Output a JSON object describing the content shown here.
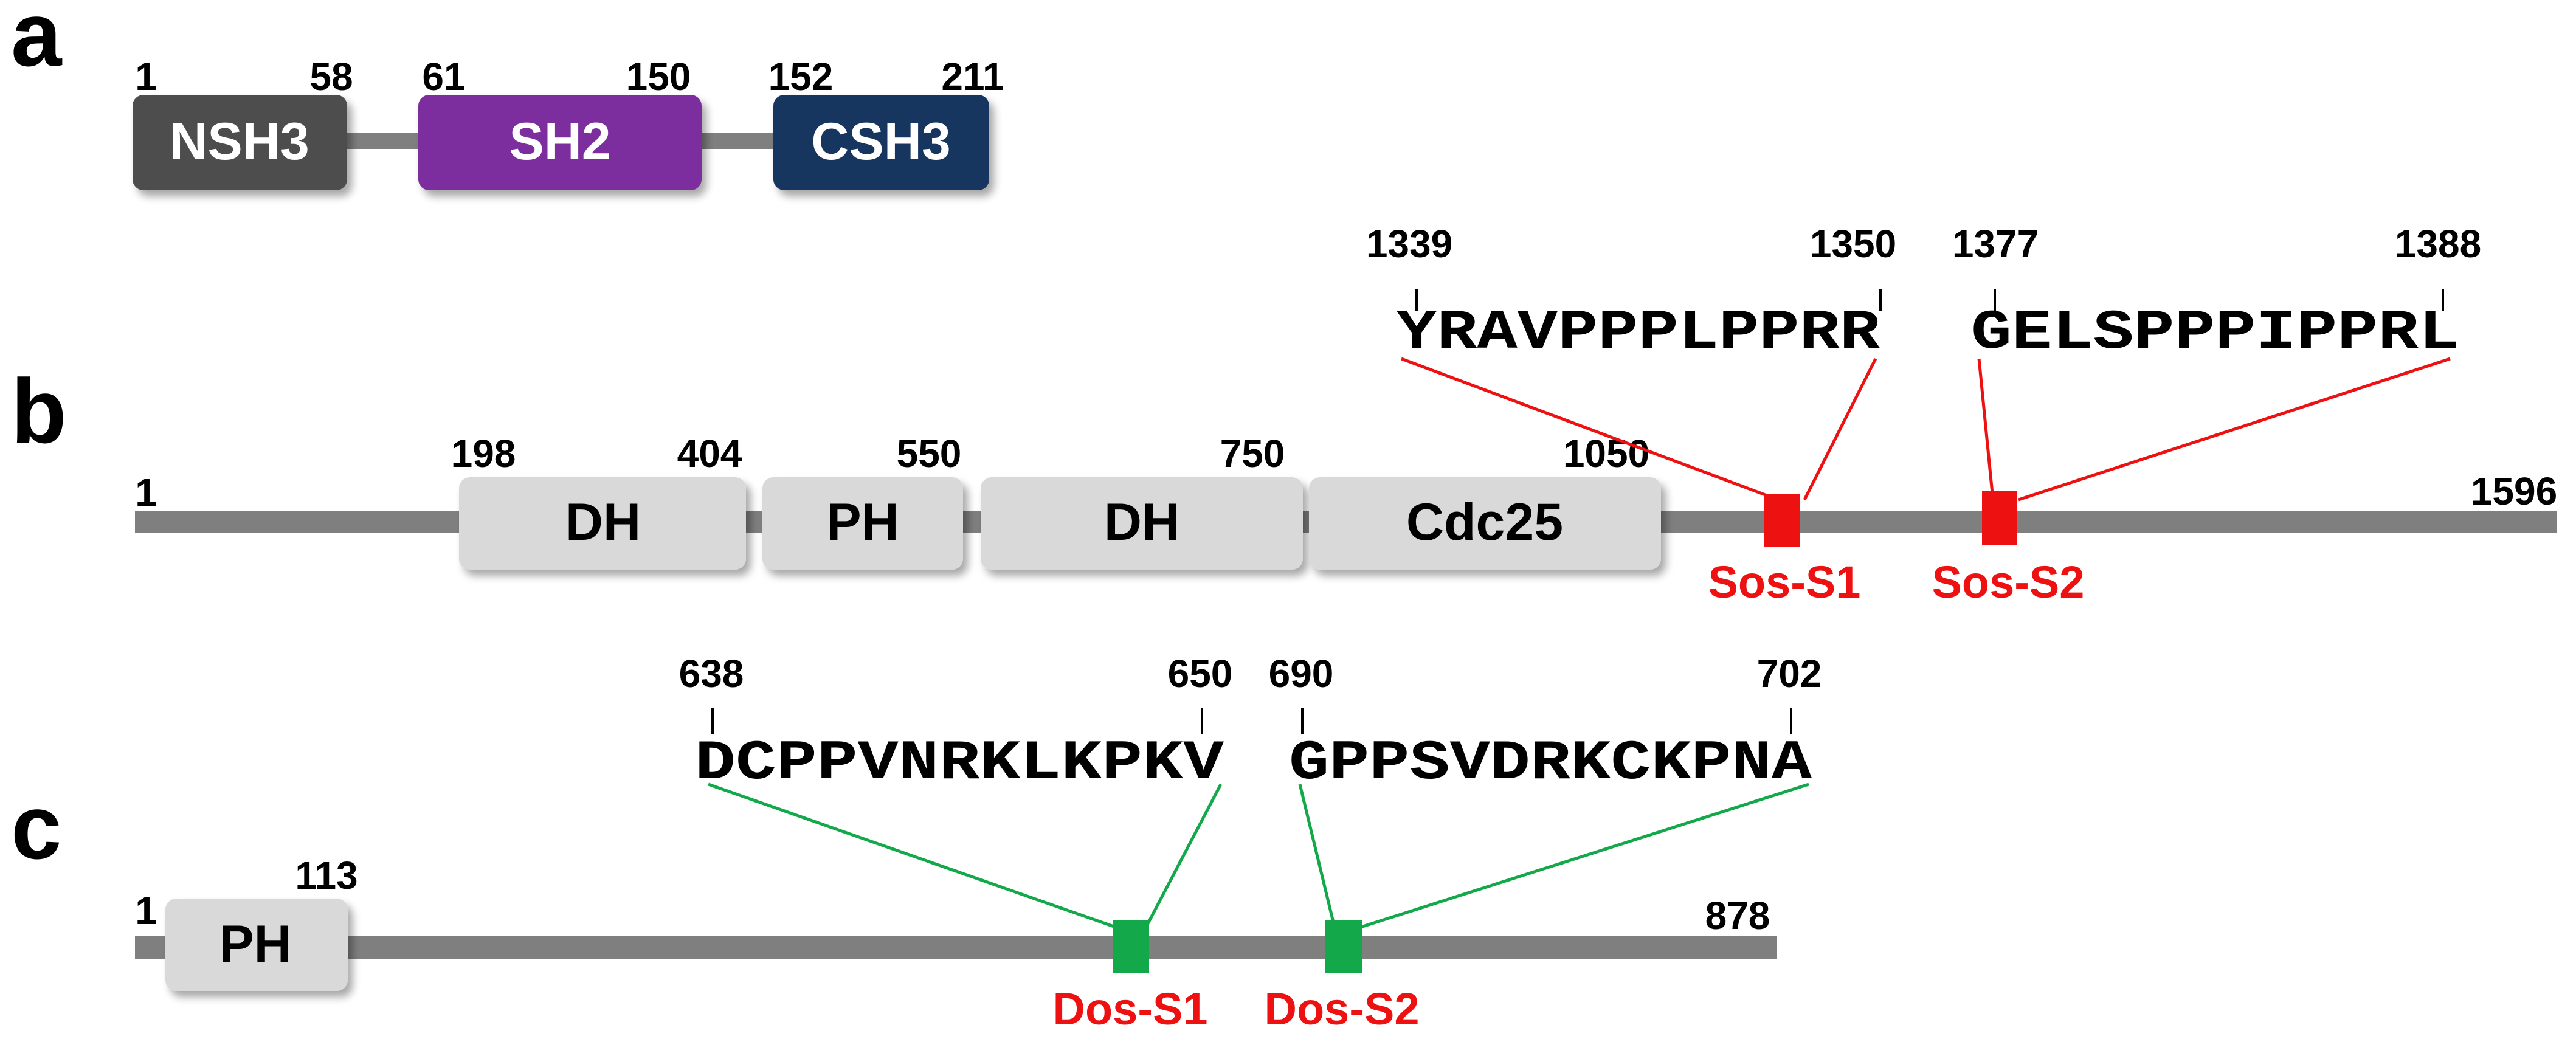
{
  "panels": {
    "a": {
      "letter": "a",
      "domains": [
        {
          "label": "NSH3",
          "start": "1",
          "end": "58",
          "color": "#4d4d4d"
        },
        {
          "label": "SH2",
          "start": "61",
          "end": "150",
          "color": "#7b2d9e"
        },
        {
          "label": "CSH3",
          "start": "152",
          "end": "211",
          "color": "#17345e"
        }
      ]
    },
    "b": {
      "letter": "b",
      "start": "1",
      "end": "1596",
      "domain_boundaries": [
        "198",
        "404",
        "550",
        "750",
        "1050"
      ],
      "domains": [
        {
          "label": "DH"
        },
        {
          "label": "PH"
        },
        {
          "label": "DH"
        },
        {
          "label": "Cdc25"
        }
      ],
      "sites": [
        {
          "label": "Sos-S1",
          "seq": "YRAVPPPLPPRR",
          "start": "1339",
          "end": "1350",
          "color": "#ee1111"
        },
        {
          "label": "Sos-S2",
          "seq": "GELSPPPIPPRL",
          "start": "1377",
          "end": "1388",
          "color": "#ee1111"
        }
      ]
    },
    "c": {
      "letter": "c",
      "start": "1",
      "end": "878",
      "domains": [
        {
          "label": "PH",
          "end": "113"
        }
      ],
      "sites": [
        {
          "label": "Dos-S1",
          "seq": "DCPPVNRKLKPKV",
          "start": "638",
          "end": "650",
          "color": "#13a84a"
        },
        {
          "label": "Dos-S2",
          "seq": "GPPSVDRKCKPNA",
          "start": "690",
          "end": "702",
          "color": "#13a84a"
        }
      ]
    }
  },
  "colors": {
    "backbone": "#7f7f7f",
    "light_domain": "#d9d9d9",
    "sos_site": "#ee1111",
    "dos_site": "#13a84a",
    "label_red": "#ee1111"
  }
}
